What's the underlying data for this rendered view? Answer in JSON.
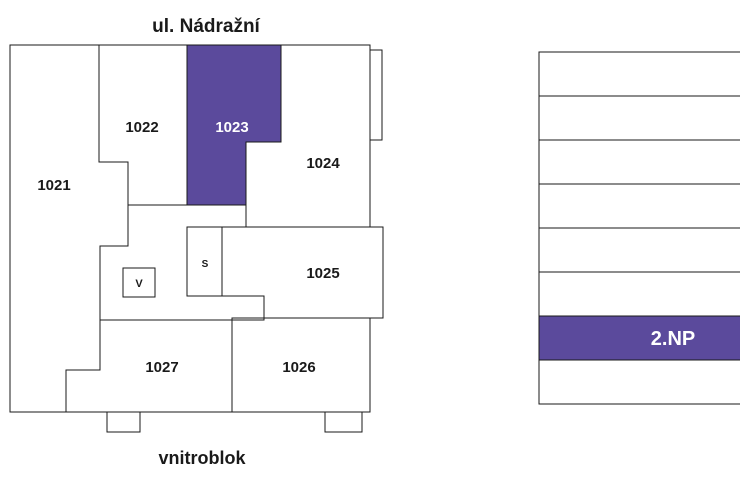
{
  "street_top": "ul. Nádražní",
  "street_bottom": "vnitroblok",
  "units": {
    "u1021": "1021",
    "u1022": "1022",
    "u1023": "1023",
    "u1024": "1024",
    "u1025": "1025",
    "u1026": "1026",
    "u1027": "1027",
    "s": "S",
    "v": "V"
  },
  "selected_unit": "1023",
  "floor_indicator": {
    "floor_count": 8,
    "selected_label": "2.NP",
    "selected_index_from_top": 6
  },
  "colors": {
    "highlight": "#5B4A9C",
    "line": "#1a1a1a",
    "background": "#ffffff"
  }
}
